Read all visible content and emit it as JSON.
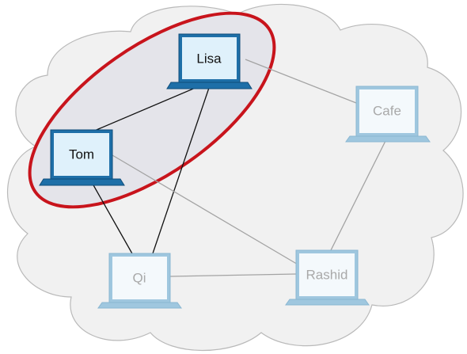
{
  "nodes": {
    "lisa": {
      "label": "Lisa",
      "state": "highlighted"
    },
    "tom": {
      "label": "Tom",
      "state": "highlighted"
    },
    "cafe": {
      "label": "Cafe",
      "state": "faded"
    },
    "qi": {
      "label": "Qi",
      "state": "faded"
    },
    "rashid": {
      "label": "Rashid",
      "state": "faded"
    }
  },
  "colors": {
    "cloud_fill": "#f1f1f1",
    "cloud_stroke": "#b9b9b9",
    "group_fill": "#e4e4ea",
    "group_stroke": "#c8141c",
    "laptop_active_body": "#1e6fa8",
    "laptop_active_screen": "#dff1fb",
    "laptop_faded_body": "#9fc7df",
    "laptop_faded_screen": "#f4f9fc",
    "edge_strong": "#111111",
    "edge_faint": "#a3a3a3"
  }
}
